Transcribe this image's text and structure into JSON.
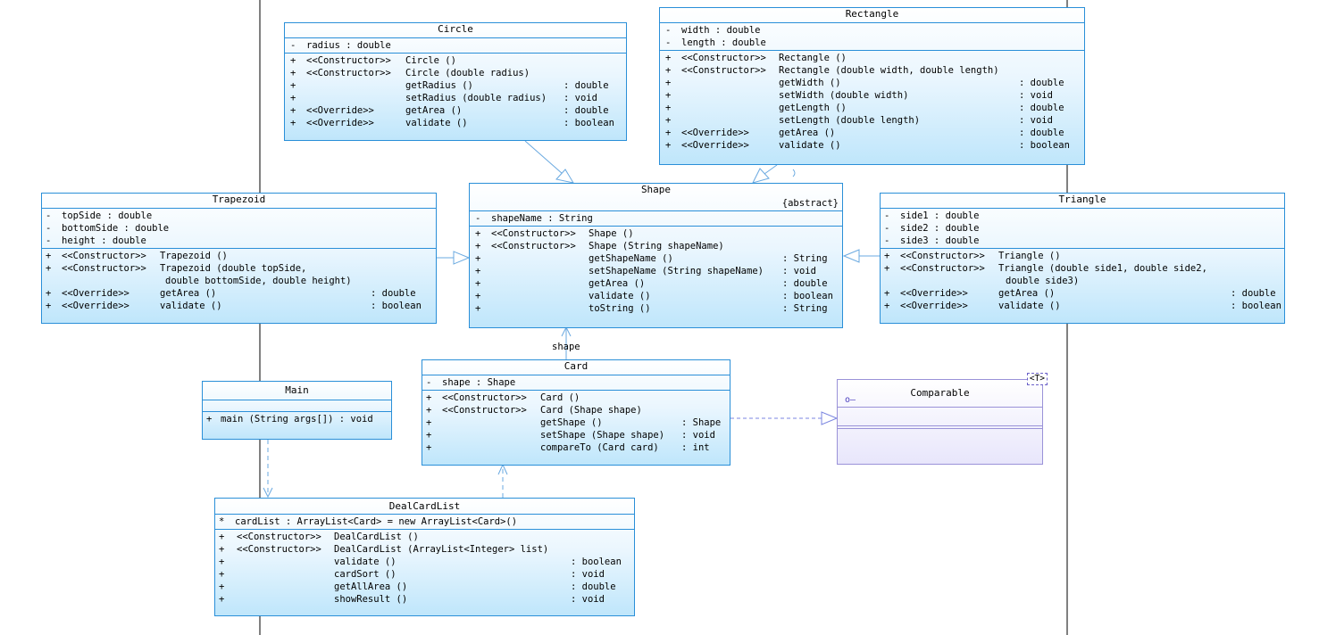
{
  "classes": {
    "circle": {
      "name": "Circle",
      "attributes": [
        [
          "-",
          "radius : double"
        ]
      ],
      "operations": [
        [
          "+",
          "<<Constructor>>",
          "Circle ()",
          ""
        ],
        [
          "+",
          "<<Constructor>>",
          "Circle (double radius)",
          ""
        ],
        [
          "+",
          "",
          "getRadius ()",
          ": double"
        ],
        [
          "+",
          "",
          "setRadius (double radius)",
          ": void"
        ],
        [
          "+",
          "<<Override>>",
          "getArea ()",
          ": double"
        ],
        [
          "+",
          "<<Override>>",
          "validate ()",
          ": boolean"
        ]
      ]
    },
    "rectangle": {
      "name": "Rectangle",
      "attributes": [
        [
          "-",
          "width  : double"
        ],
        [
          "-",
          "length : double"
        ]
      ],
      "operations": [
        [
          "+",
          "<<Constructor>>",
          "Rectangle ()",
          ""
        ],
        [
          "+",
          "<<Constructor>>",
          "Rectangle (double width, double length)",
          ""
        ],
        [
          "+",
          "",
          "getWidth ()",
          ": double"
        ],
        [
          "+",
          "",
          "setWidth (double width)",
          ": void"
        ],
        [
          "+",
          "",
          "getLength ()",
          ": double"
        ],
        [
          "+",
          "",
          "setLength (double length)",
          ": void"
        ],
        [
          "+",
          "<<Override>>",
          "getArea ()",
          ": double"
        ],
        [
          "+",
          "<<Override>>",
          "validate ()",
          ": boolean"
        ]
      ]
    },
    "shape": {
      "name": "Shape",
      "stereotype": "{abstract}",
      "attributes": [
        [
          "-",
          "shapeName : String"
        ]
      ],
      "operations": [
        [
          "+",
          "<<Constructor>>",
          "Shape ()",
          ""
        ],
        [
          "+",
          "<<Constructor>>",
          "Shape (String shapeName)",
          ""
        ],
        [
          "+",
          "",
          "getShapeName ()",
          ": String"
        ],
        [
          "+",
          "",
          "setShapeName (String shapeName)",
          ": void"
        ],
        [
          "+",
          "",
          "getArea ()",
          ": double"
        ],
        [
          "+",
          "",
          "validate ()",
          ": boolean"
        ],
        [
          "+",
          "",
          "toString ()",
          ": String"
        ]
      ]
    },
    "trapezoid": {
      "name": "Trapezoid",
      "attributes": [
        [
          "-",
          "topSide    : double"
        ],
        [
          "-",
          "bottomSide : double"
        ],
        [
          "-",
          "height     : double"
        ]
      ],
      "operations": [
        [
          "+",
          "<<Constructor>>",
          "Trapezoid ()",
          ""
        ],
        [
          "+",
          "<<Constructor>>",
          "Trapezoid (double topSide,",
          ""
        ],
        [
          "",
          "",
          "double bottomSide, double height)",
          ""
        ],
        [
          "+",
          "<<Override>>",
          "getArea ()",
          ": double"
        ],
        [
          "+",
          "<<Override>>",
          "validate ()",
          ": boolean"
        ]
      ]
    },
    "triangle": {
      "name": "Triangle",
      "attributes": [
        [
          "-",
          "side1 : double"
        ],
        [
          "-",
          "side2 : double"
        ],
        [
          "-",
          "side3 : double"
        ]
      ],
      "operations": [
        [
          "+",
          "<<Constructor>>",
          "Triangle ()",
          ""
        ],
        [
          "+",
          "<<Constructor>>",
          "Triangle (double side1, double side2,",
          ""
        ],
        [
          "",
          "",
          "double side3)",
          ""
        ],
        [
          "+",
          "<<Override>>",
          "getArea ()",
          ": double"
        ],
        [
          "+",
          "<<Override>>",
          "validate ()",
          ": boolean"
        ]
      ]
    },
    "card": {
      "name": "Card",
      "attributes": [
        [
          "-",
          "shape : Shape"
        ]
      ],
      "operations": [
        [
          "+",
          "<<Constructor>>",
          "Card ()",
          ""
        ],
        [
          "+",
          "<<Constructor>>",
          "Card (Shape shape)",
          ""
        ],
        [
          "+",
          "",
          "getShape ()",
          ": Shape"
        ],
        [
          "+",
          "",
          "setShape (Shape shape)",
          ": void"
        ],
        [
          "+",
          "",
          "compareTo (Card card)",
          ": int"
        ]
      ]
    },
    "main": {
      "name": "Main",
      "attributes": [],
      "operations": [
        [
          "+",
          "",
          "main (String args[]) : void",
          ""
        ]
      ]
    },
    "dealcardlist": {
      "name": "DealCardList",
      "attributes": [
        [
          "*",
          "cardList : ArrayList<Card> = new ArrayList<Card>()"
        ]
      ],
      "operations": [
        [
          "+",
          "<<Constructor>>",
          "DealCardList ()",
          ""
        ],
        [
          "+",
          "<<Constructor>>",
          "DealCardList (ArrayList<Integer> list)",
          ""
        ],
        [
          "+",
          "",
          "validate ()",
          ": boolean"
        ],
        [
          "+",
          "",
          "cardSort ()",
          ": void"
        ],
        [
          "+",
          "",
          "getAllArea ()",
          ": double"
        ],
        [
          "+",
          "",
          "showResult ()",
          ": void"
        ]
      ]
    },
    "comparable": {
      "name": "Comparable",
      "template_param": "<T>",
      "attributes": [],
      "operations": []
    }
  },
  "association_role": "shape",
  "colors": {
    "class_border": "#2a8fd8",
    "class_fill_bottom": "#bfe6fb",
    "interface_border": "#9a92d8",
    "interface_fill": "#e8e6fb",
    "generalization": "#6aa9e0",
    "realization": "#7b86e0"
  }
}
